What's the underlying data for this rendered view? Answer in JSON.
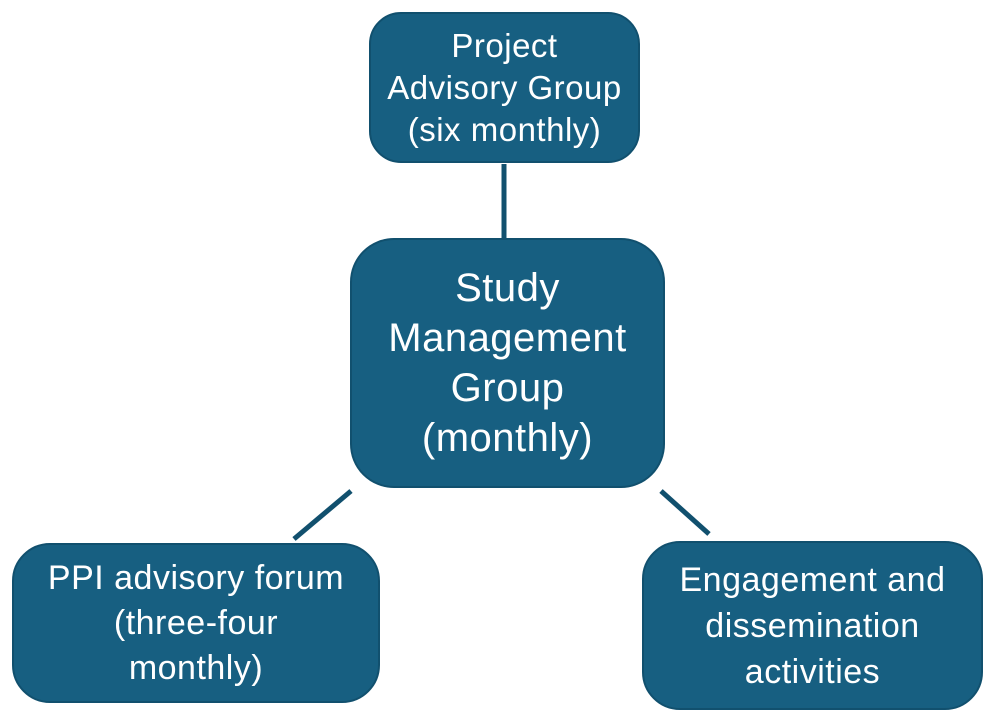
{
  "colors": {
    "background": "#FFFFFF",
    "box_fill": "#175F81",
    "box_border": "#11506E",
    "connector": "#11506E",
    "text": "#FFFFFF"
  },
  "diagram": {
    "type": "org-chart",
    "nodes": [
      {
        "id": "project-advisory-group",
        "label": "Project\nAdvisory Group\n(six monthly)"
      },
      {
        "id": "study-management-group",
        "label": "Study\nManagement\nGroup\n(monthly)"
      },
      {
        "id": "ppi-advisory-forum",
        "label": "PPI advisory forum\n(three-four\nmonthly)"
      },
      {
        "id": "engagement-dissemination-activities",
        "label": "Engagement and\ndissemination\nactivities"
      }
    ],
    "edges": [
      {
        "from": "study-management-group",
        "to": "project-advisory-group"
      },
      {
        "from": "study-management-group",
        "to": "ppi-advisory-forum"
      },
      {
        "from": "study-management-group",
        "to": "engagement-dissemination-activities"
      }
    ]
  }
}
